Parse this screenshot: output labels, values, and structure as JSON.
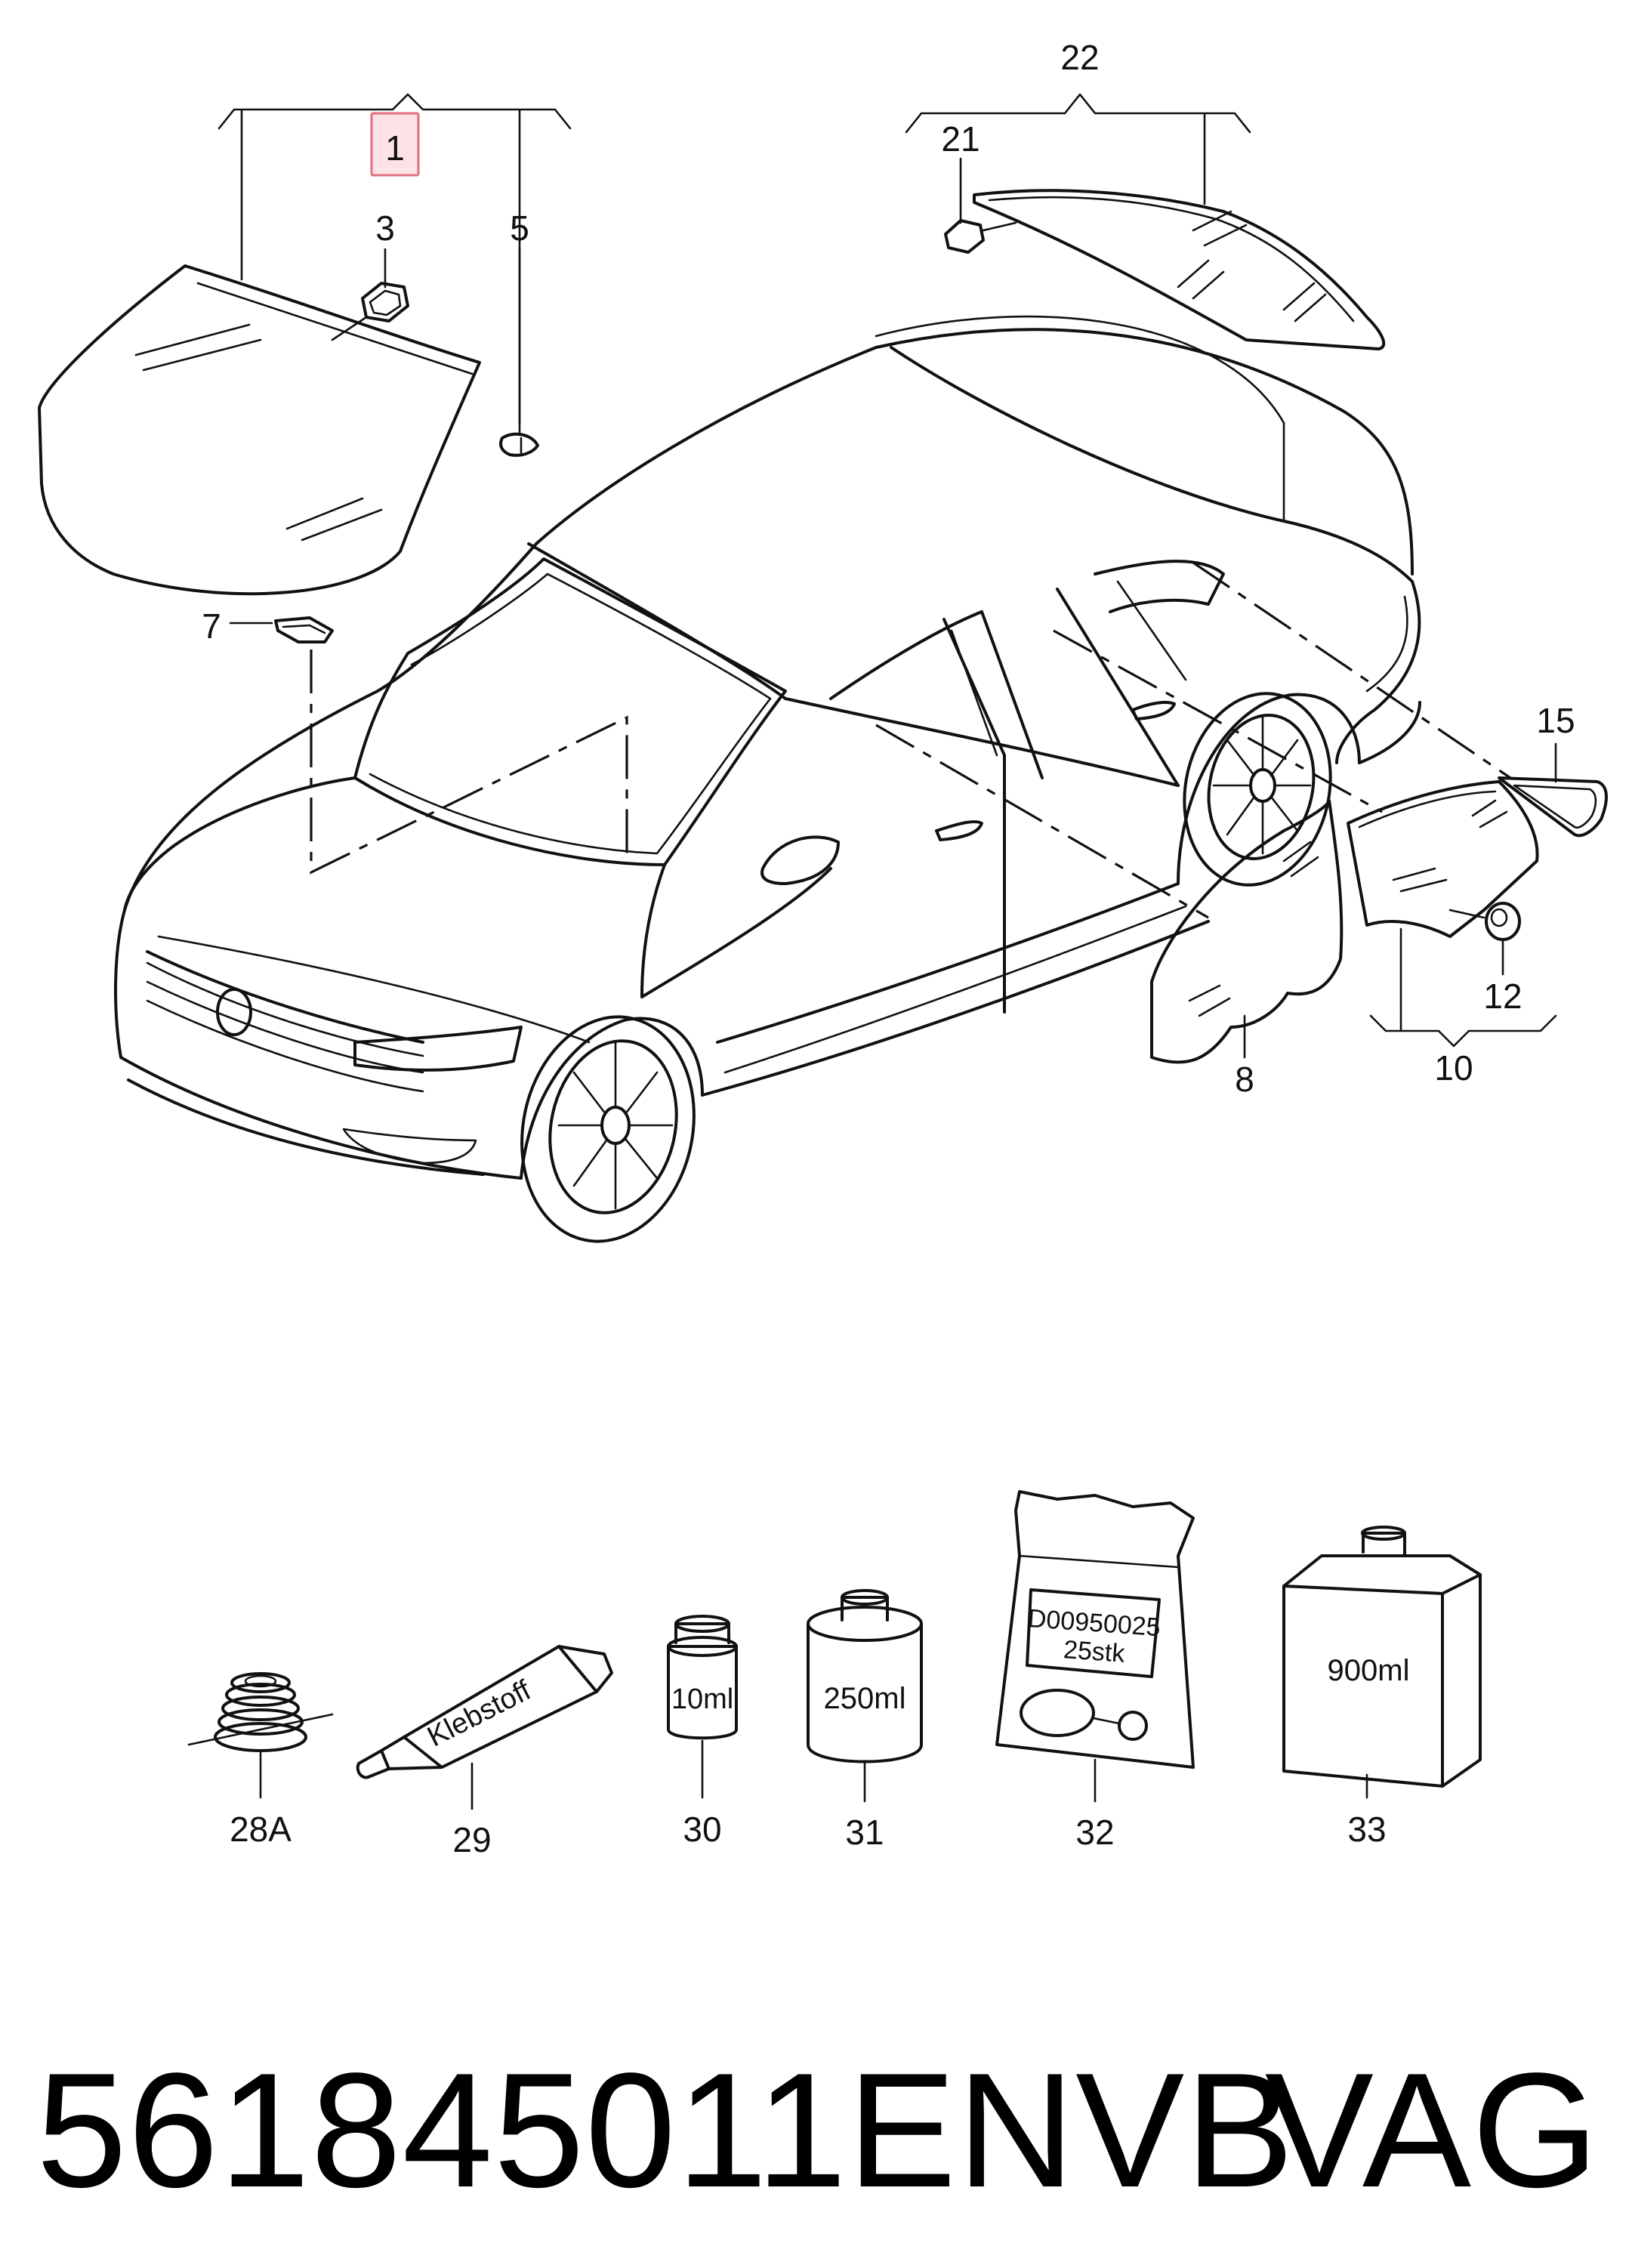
{
  "callouts": {
    "c1": "1",
    "c3": "3",
    "c5": "5",
    "c7": "7",
    "c8": "8",
    "c10": "10",
    "c12": "12",
    "c15": "15",
    "c21": "21",
    "c22": "22",
    "c28a": "28A",
    "c29": "29",
    "c30": "30",
    "c31": "31",
    "c32": "32",
    "c33": "33"
  },
  "product_labels": {
    "tube": "Klebstoff",
    "bottle_small": "10ml",
    "can": "250ml",
    "bag_line1": "D00950025",
    "bag_line2": "25stk",
    "box": "900ml"
  },
  "highlight_color": "#fde2e6",
  "footer": {
    "part_number": "561845011ENVB",
    "brand": "VAG"
  }
}
